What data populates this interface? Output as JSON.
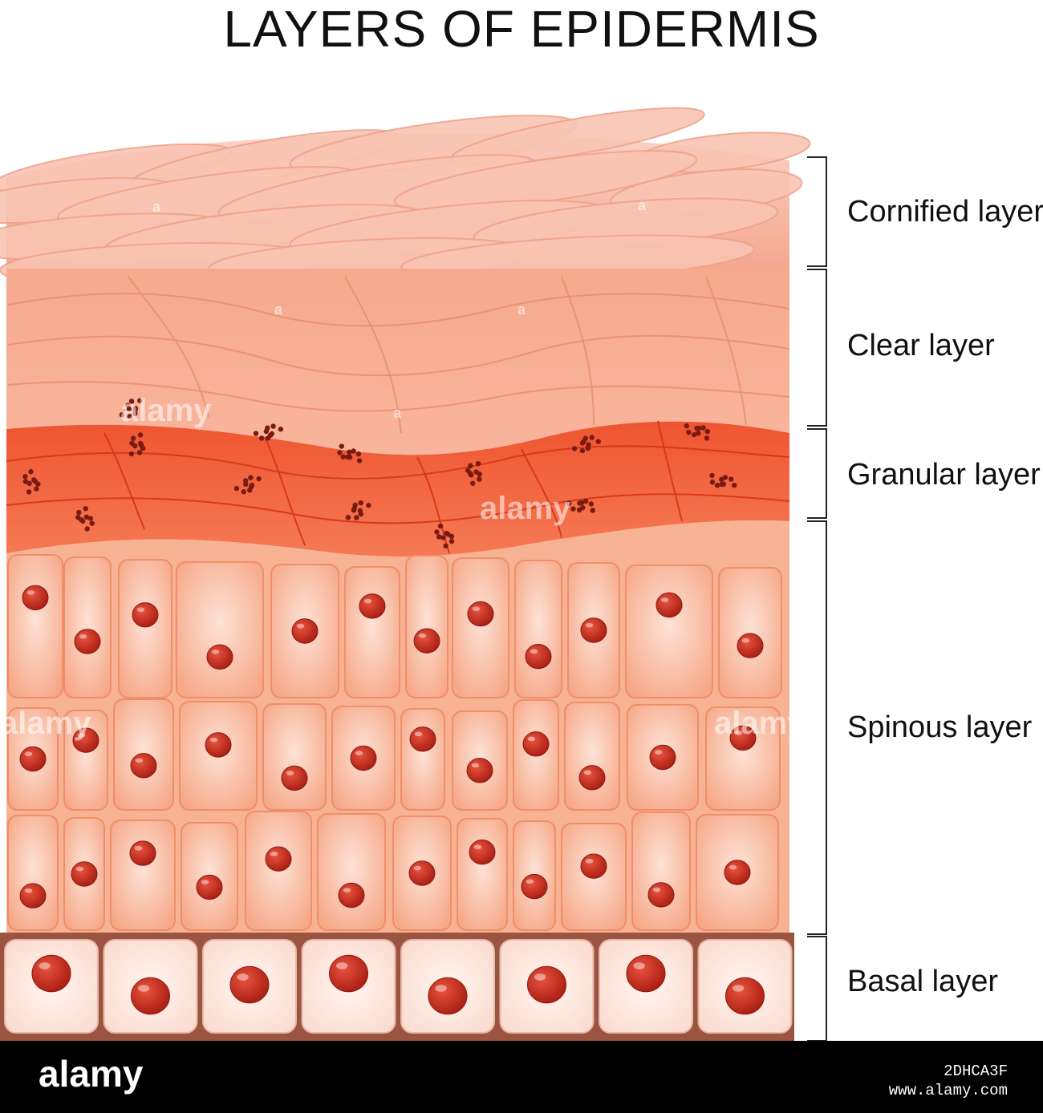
{
  "title": "LAYERS OF EPIDERMIS",
  "layers": [
    {
      "name": "cornified",
      "label": "Cornified layer"
    },
    {
      "name": "clear",
      "label": "Clear layer"
    },
    {
      "name": "granular",
      "label": "Granular layer"
    },
    {
      "name": "spinous",
      "label": "Spinous layer"
    },
    {
      "name": "basal",
      "label": "Basal layer"
    }
  ],
  "colors": {
    "cornified": "#f6b9a6",
    "clear": "#f7ab8f",
    "granular": "#f26a45",
    "spinous": "#f9b597",
    "basal_cell": "#fde8e0",
    "nucleus": "#c8291b",
    "membrane": "#6b2e22"
  },
  "watermark": {
    "logo": "alamy",
    "small": "a",
    "image_id": "2DHCA3F",
    "site": "www.alamy.com"
  }
}
